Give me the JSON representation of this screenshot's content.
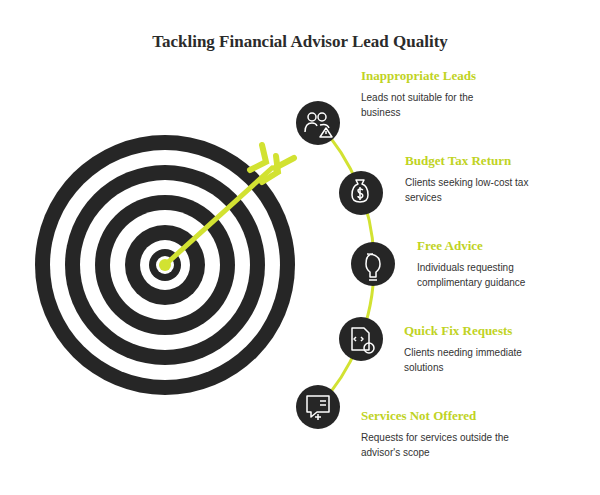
{
  "diagram": {
    "title": "Tackling Financial Advisor Lead Quality",
    "nodes": [
      {
        "text": [
          "Inappropriate Leads",
          "Leads not suitable for the business"
        ]
      },
      {
        "text": [
          "Budget Tax Return",
          "Clients seeking low-cost tax services"
        ]
      },
      {
        "text": [
          "Free Advice",
          "Individuals requesting complimentary guidance"
        ]
      },
      {
        "text": [
          "Quick Fix Requests",
          "Clients needing immediate solutions"
        ]
      },
      {
        "text": [
          "Services Not Offered",
          "Requests for services outside the advisor's scope"
        ]
      }
    ]
  }
}
